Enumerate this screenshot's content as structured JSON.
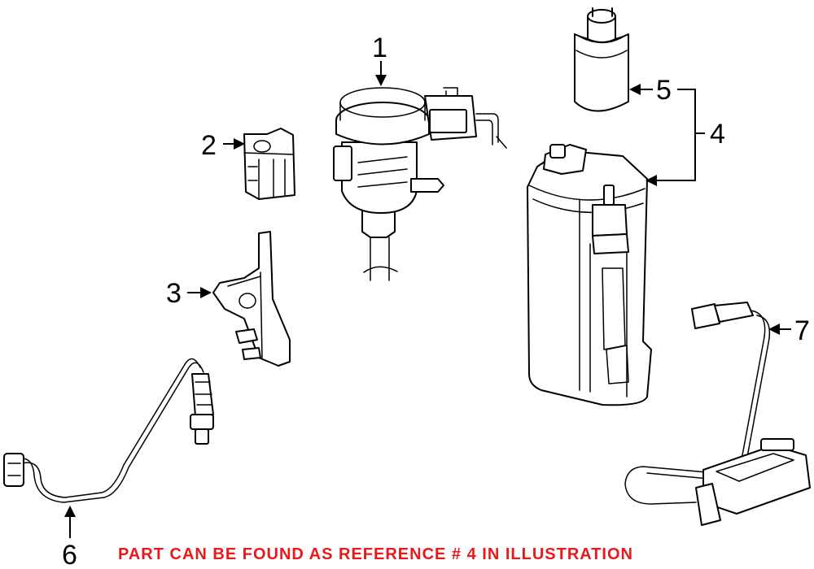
{
  "callouts": {
    "c1": "1",
    "c2": "2",
    "c3": "3",
    "c4": "4",
    "c5": "5",
    "c6": "6",
    "c7": "7"
  },
  "footer": {
    "note": "PART CAN BE FOUND AS REFERENCE # 4 IN ILLUSTRATION",
    "note_color": "#e8191d"
  }
}
